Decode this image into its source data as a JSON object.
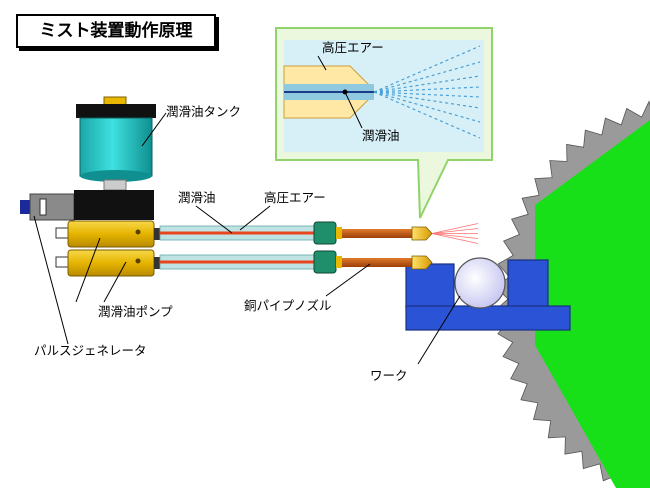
{
  "title": "ミスト装置動作原理",
  "labels": {
    "high_pressure_air_callout": "高圧エアー",
    "lubricant_callout": "潤滑油",
    "lubricant_tank": "潤滑油タンク",
    "lubricant_line": "潤滑油",
    "high_pressure_air_line": "高圧エアー",
    "lubricant_pump": "潤滑油ポンプ",
    "copper_pipe_nozzle": "銅パイプノズル",
    "pulse_generator": "パルスジェネレータ",
    "workpiece": "ワーク"
  },
  "colors": {
    "tank": "#23c4c4",
    "pump": "#e8b800",
    "air_tube": "#bfe3e3",
    "oil_tube": "#e8451e",
    "fitting": "#1f8f6b",
    "copper_pipe": "#c55a11",
    "nozzle_tip": "#f0b400",
    "workpiece_block": "#2a53d6",
    "grinding_wheel": "#18e018",
    "callout_bg": "#ecf8de",
    "callout_border": "#8fd36a"
  }
}
